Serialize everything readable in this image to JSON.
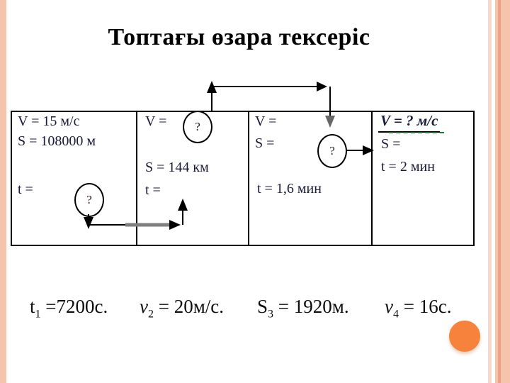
{
  "title": "Топтағы өзара тексеріс",
  "table": {
    "question_mark": "?",
    "cell1": {
      "v": "V = 15 м/с",
      "s": "S = 108000 м",
      "t": "t ="
    },
    "cell2": {
      "v": "V =",
      "s": "S = 144 км",
      "t": "t ="
    },
    "cell3": {
      "v": "V =",
      "s": "S =",
      "t": "t = 1,6 мин"
    },
    "cell4": {
      "v": "V = ? м/с",
      "s": "S =",
      "t": "t = 2 мин"
    }
  },
  "answers": [
    {
      "var": "t",
      "sub": "1",
      "value": " =7200с."
    },
    {
      "var": "v",
      "sub": "2",
      "value": " = 20м/с."
    },
    {
      "var": "S",
      "sub": "3",
      "value": " = 1920м."
    },
    {
      "var": "v",
      "sub": "4",
      "value": " = 16с."
    }
  ],
  "colors": {
    "border_peach": "#f5c4ad",
    "border_peach_light": "#f8d8cb",
    "border_orange_line": "#efa183",
    "accent_orange": "#f6823b",
    "table_text": "#1a1a3a",
    "spellcheck_green": "#1f7a33",
    "arrow_gray": "#7f7f7f"
  }
}
